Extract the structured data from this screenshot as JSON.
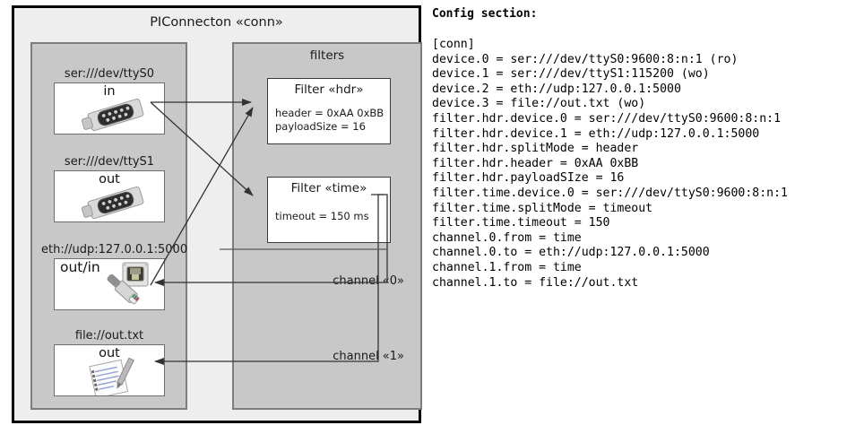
{
  "diagram": {
    "title": "PIConnecton «conn»",
    "devices_group": {
      "title": ""
    },
    "filters_group": {
      "title": "filters"
    },
    "devices": [
      {
        "label": "ser:///dev/ttyS0",
        "direction": "in",
        "icon": "serial-port-icon"
      },
      {
        "label": "ser:///dev/ttyS1",
        "direction": "out",
        "icon": "serial-port-icon"
      },
      {
        "label": "eth://udp:127.0.0.1:5000",
        "direction": "out/in",
        "icon": "ethernet-plug-icon"
      },
      {
        "label": "file://out.txt",
        "direction": "out",
        "icon": "text-document-icon"
      }
    ],
    "filters": [
      {
        "title": "Filter «hdr»",
        "props": [
          "header = 0xAA 0xBB",
          "payloadSize = 16"
        ]
      },
      {
        "title": "Filter «time»",
        "props": [
          "timeout = 150 ms"
        ]
      }
    ],
    "channels": [
      {
        "label": "channel «0»"
      },
      {
        "label": "channel «1»"
      }
    ]
  },
  "config": {
    "heading": "Config section:",
    "lines": [
      "[conn]",
      "device.0 = ser:///dev/ttyS0:9600:8:n:1 (ro)",
      "device.1 = ser:///dev/ttyS1:115200 (wo)",
      "device.2 = eth://udp:127.0.0.1:5000",
      "device.3 = file://out.txt (wo)",
      "filter.hdr.device.0 = ser:///dev/ttyS0:9600:8:n:1",
      "filter.hdr.device.1 = eth://udp:127.0.0.1:5000",
      "filter.hdr.splitMode = header",
      "filter.hdr.header = 0xAA 0xBB",
      "filter.hdr.payloadSIze = 16",
      "filter.time.device.0 = ser:///dev/ttyS0:9600:8:n:1",
      "filter.time.splitMode = timeout",
      "filter.time.timeout = 150",
      "channel.0.from = time",
      "channel.0.to = eth://udp:127.0.0.1:5000",
      "channel.1.from = time",
      "channel.1.to = file://out.txt"
    ]
  },
  "colors": {
    "frame_border": "#000000",
    "frame_fill": "#eeeeee",
    "group_fill": "#c8c8c8",
    "group_border": "#7d7d7d",
    "card_fill": "#ffffff",
    "wire": "#333333"
  }
}
